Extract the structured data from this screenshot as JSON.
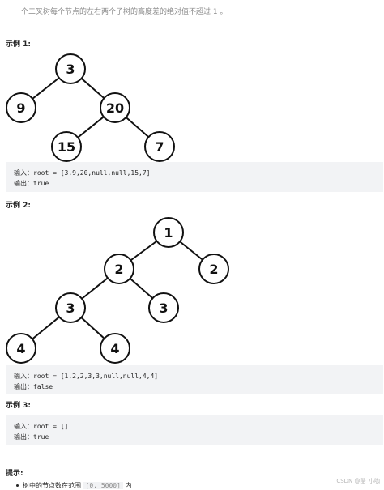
{
  "intro": "一个二叉树每个节点的左右两个子树的高度差的绝对值不超过 1 。",
  "examples": [
    {
      "title": "示例 1:",
      "input_label": "输入：",
      "input_value": "root = [3,9,20,null,null,15,7]",
      "output_label": "输出：",
      "output_value": "true",
      "tree_values": [
        "3",
        "9",
        "20",
        "15",
        "7"
      ]
    },
    {
      "title": "示例 2:",
      "input_label": "输入：",
      "input_value": "root = [1,2,2,3,3,null,null,4,4]",
      "output_label": "输出：",
      "output_value": "false",
      "tree_values": [
        "1",
        "2",
        "2",
        "3",
        "3",
        "4",
        "4"
      ]
    },
    {
      "title": "示例 3:",
      "input_label": "输入：",
      "input_value": "root = []",
      "output_label": "输出：",
      "output_value": "true"
    }
  ],
  "hints": {
    "title": "提示:",
    "item_prefix": "树中的节点数在范围",
    "item_code": "[0, 5000]",
    "item_suffix": "内"
  },
  "watermark": "CSDN @酷_小咖"
}
